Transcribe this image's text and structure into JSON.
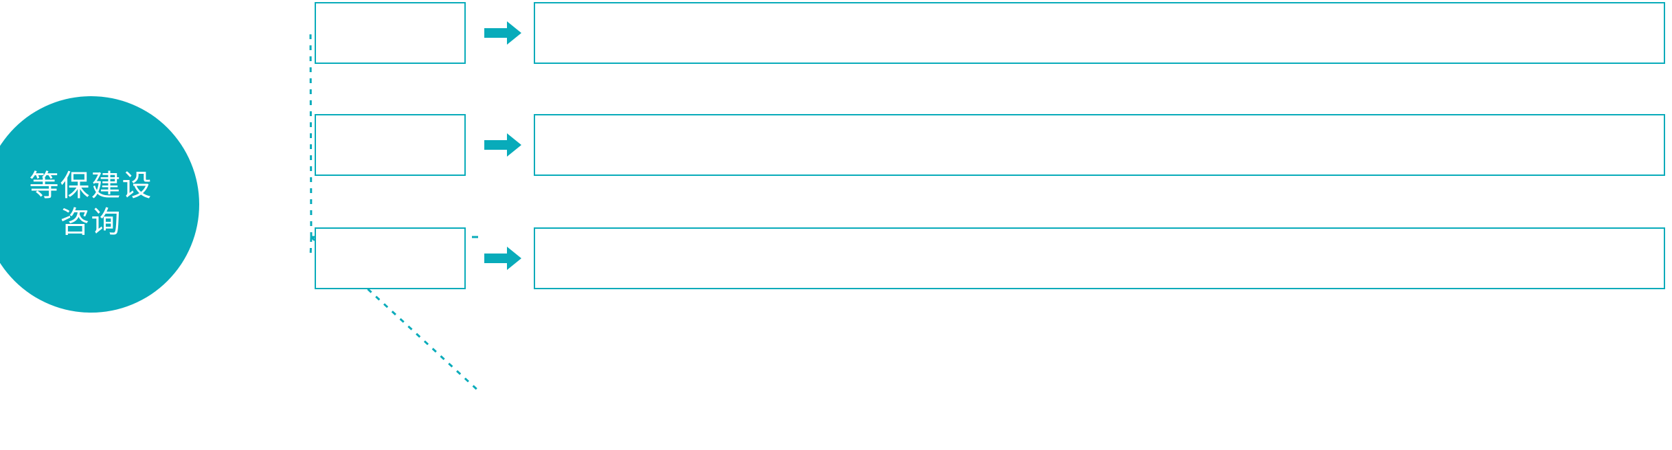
{
  "diagram": {
    "type": "hub-and-spoke-process",
    "accent_color": "#08abba",
    "background_color": "#ffffff",
    "hub": {
      "shape": "circle",
      "label_line_1": "等保建设",
      "label_line_2": "咨询",
      "text_color": "#ffffff",
      "fill_color": "#08abba"
    },
    "connector": {
      "style": "dotted",
      "color": "#08abba",
      "origin_label": "fan-out-point"
    },
    "arrow_icon_name": "right-arrow-icon",
    "rows": [
      {
        "index": 1,
        "stage_label": "",
        "detail_label": ""
      },
      {
        "index": 2,
        "stage_label": "",
        "detail_label": ""
      },
      {
        "index": 3,
        "stage_label": "",
        "detail_label": ""
      }
    ]
  }
}
